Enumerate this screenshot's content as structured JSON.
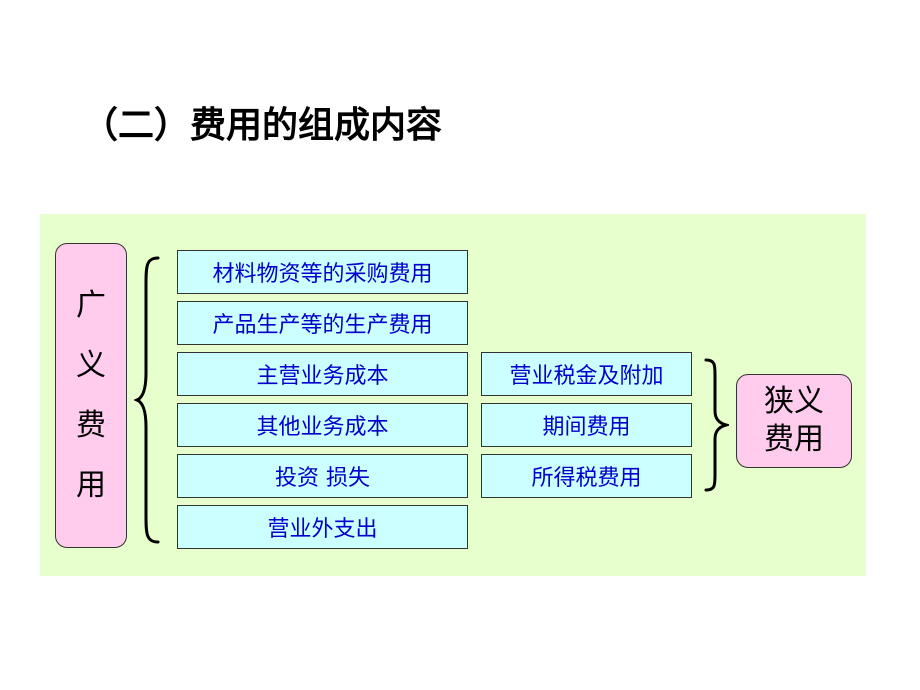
{
  "title": "（二）费用的组成内容",
  "broad_label_chars": [
    "广",
    "义",
    "费",
    "用"
  ],
  "narrow_label_lines": [
    "狭义",
    "费用"
  ],
  "left_items": [
    "材料物资等的采购费用",
    "产品生产等的生产费用",
    "主营业务成本",
    "其他业务成本",
    "投资 损失",
    "营业外支出"
  ],
  "right_items": [
    "营业税金及附加",
    "期间费用",
    "所得税费用"
  ],
  "colors": {
    "panel_bg": "#e6ffcc",
    "label_box_bg": "#ffccee",
    "item_box_bg": "#ccffff",
    "item_text": "#0000cc"
  }
}
